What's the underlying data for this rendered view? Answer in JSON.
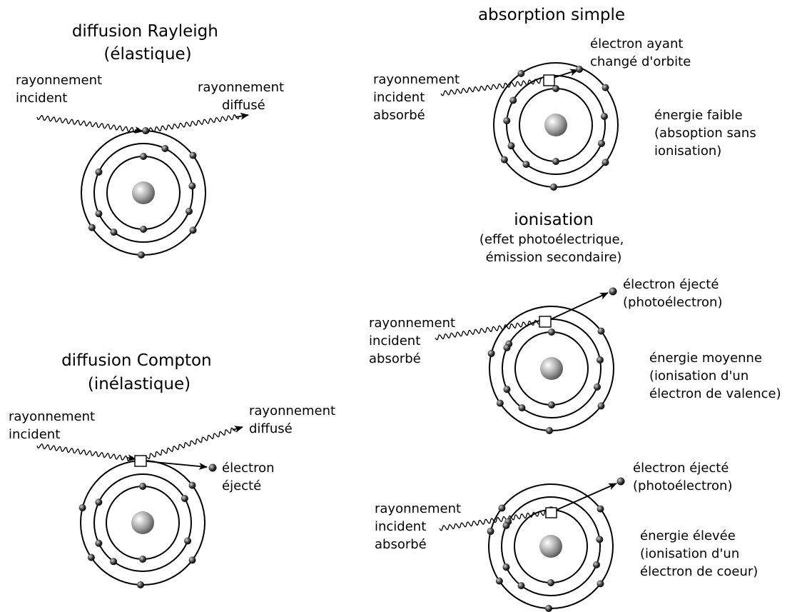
{
  "diagram": {
    "panels": {
      "rayleigh": {
        "title": [
          "diffusion Rayleigh",
          "(élastique)"
        ],
        "incident_label": [
          "rayonnement",
          "incident"
        ],
        "scattered_label": [
          "rayonnement",
          "diffusé"
        ]
      },
      "compton": {
        "title": [
          "diffusion Compton",
          "(inélastique)"
        ],
        "incident_label": [
          "rayonnement",
          "incident"
        ],
        "scattered_label": [
          "rayonnement",
          "diffusé"
        ],
        "electron_label": [
          "électron",
          "éjecté"
        ]
      },
      "absorption": {
        "title": [
          "absorption simple"
        ],
        "incident_label": [
          "rayonnement",
          "incident",
          "absorbé"
        ],
        "electron_label": [
          "électron ayant",
          "changé d'orbite"
        ],
        "energy_note": [
          "énergie faible",
          "(absoption sans",
          "ionisation)"
        ]
      },
      "ionisation_header": {
        "title": [
          "ionisation"
        ],
        "subtitle": [
          "(effet photoélectrique,",
          "émission secondaire)"
        ]
      },
      "ionisation_medium": {
        "incident_label": [
          "rayonnement",
          "incident",
          "absorbé"
        ],
        "electron_label": [
          "électron éjecté",
          "(photoélectron)"
        ],
        "energy_note": [
          "énergie moyenne",
          "(ionisation d'un",
          "électron de valence)"
        ]
      },
      "ionisation_high": {
        "incident_label": [
          "rayonnement",
          "incident",
          "absorbé"
        ],
        "electron_label": [
          "électron éjecté",
          "(photoélectron)"
        ],
        "energy_note": [
          "énergie élevée",
          "(ionisation d'un",
          "électron de coeur)"
        ]
      }
    }
  }
}
